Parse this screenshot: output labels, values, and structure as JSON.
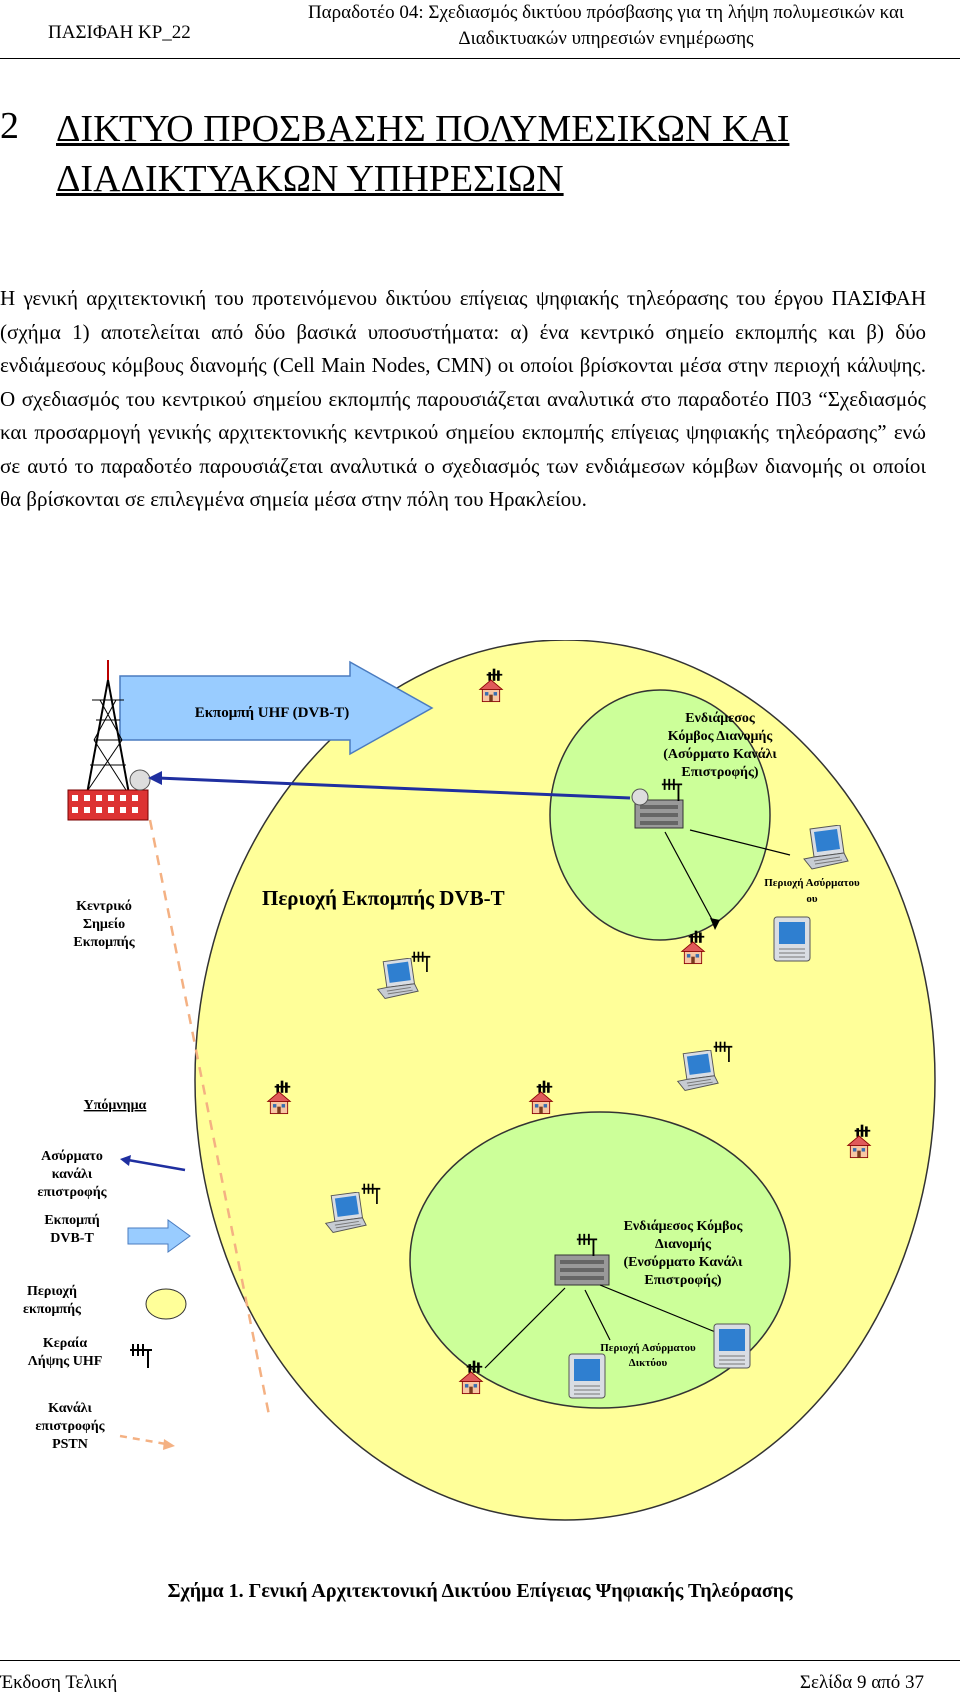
{
  "header": {
    "project": "ΠΑΣΙΦΑΗ ΚΡ_22",
    "deliverable_line1": "Παραδοτέο 04: Σχεδιασμός δικτύου πρόσβασης για τη λήψη πολυμεσικών και",
    "deliverable_line2": "Διαδικτυακών υπηρεσιών ενημέρωσης"
  },
  "heading": {
    "number": "2",
    "line1": "ΔΙΚΤΥΟ ΠΡΟΣΒΑΣΗΣ ΠΟΛΥΜΕΣΙΚΩΝ ΚΑΙ",
    "line2": "ΔΙΑΔΙΚΤΥΑΚΩΝ ΥΠΗΡΕΣΙΩΝ"
  },
  "paragraph": "Η γενική αρχιτεκτονική του προτεινόμενου δικτύου επίγειας ψηφιακής τηλεόρασης του έργου ΠΑΣΙΦΑΗ (σχήμα 1) αποτελείται από δύο βασικά υποσυστήματα: α) ένα κεντρικό σημείο εκπομπής και β) δύο ενδιάμεσους κόμβους διανομής (Cell Main Nodes, CMN) οι οποίοι βρίσκονται μέσα στην περιοχή κάλυψης. Ο σχεδιασμός του κεντρικού σημείου εκπομπής παρουσιάζεται αναλυτικά στο παραδοτέο Π03 “Σχεδιασμός και προσαρμογή γενικής αρχιτεκτονικής κεντρικού σημείου εκπομπής επίγειας ψηφιακής τηλεόρασης” ενώ σε αυτό το παραδοτέο παρουσιάζεται αναλυτικά ο σχεδιασμός των ενδιάμεσων κόμβων διανομής οι οποίοι θα βρίσκονται σε επιλεγμένα σημεία μέσα στην πόλη του Ηρακλείου.",
  "figure": {
    "uhf_arrow_label": "Εκπομπή UHF (DVB-T)",
    "central_point": [
      "Κεντρικό",
      "Σημείο",
      "Εκπομπής"
    ],
    "area_label": "Περιοχή Εκπομπής  DVB-T",
    "node_wireless": [
      "Ενδιάμεσος",
      "Κόμβος Διανομής",
      "(Ασύρματο Κανάλι",
      "Επιστροφής)"
    ],
    "node_wired": [
      "Ενδιάμεσος Κόμβος",
      "Διανομής",
      "(Ενσύρματο Κανάλι",
      "Επιστροφής)"
    ],
    "wireless_area_1": [
      "Περιοχή Ασύρματου",
      "ου"
    ],
    "wireless_area_2": [
      "Περιοχή Ασύρματου",
      "Δικτύου"
    ],
    "legend": {
      "title": "Υπόμνημα",
      "wireless_return": [
        "Ασύρματο",
        "κανάλι",
        "επιστροφής"
      ],
      "dvbt": [
        "Εκπομπή",
        "DVB-T"
      ],
      "area": [
        "Περιοχή",
        "εκπομπής"
      ],
      "antenna": [
        "Κεραία",
        "Λήψης UHF"
      ],
      "pstn": [
        "Κανάλι",
        "επιστροφής",
        "PSTN"
      ]
    },
    "colors": {
      "big_area": "#ffff99",
      "node_area": "#ccff99",
      "uhf_arrow": "#99ccff",
      "wireless_line": "#1f2fa0",
      "pstn_line": "#f4b183"
    }
  },
  "caption": "Σχήμα 1. Γενική Αρχιτεκτονική Δικτύου Επίγειας Ψηφιακής Τηλεόρασης",
  "footer": {
    "edition": "Έκδοση Τελική",
    "page": "Σελίδα 9 από 37"
  }
}
